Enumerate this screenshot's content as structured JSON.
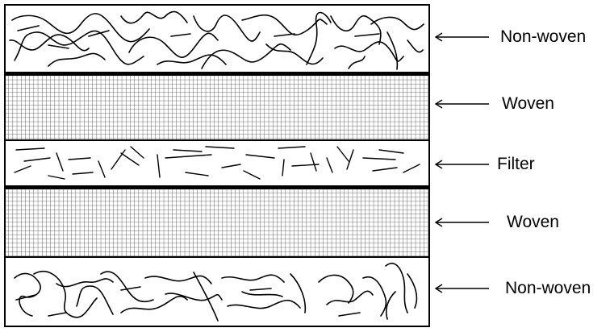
{
  "layers": [
    {
      "name": "non-woven",
      "label": "Non-woven",
      "texture": "curly-fibers"
    },
    {
      "name": "woven",
      "label": "Woven",
      "texture": "grid"
    },
    {
      "name": "filter",
      "label": "Filter",
      "texture": "straight-fibers"
    },
    {
      "name": "woven",
      "label": "Woven",
      "texture": "grid"
    },
    {
      "name": "non-woven",
      "label": "Non-woven",
      "texture": "curly-fibers"
    }
  ],
  "colors": {
    "line": "#000000",
    "grid": "#444444",
    "background": "#ffffff"
  }
}
